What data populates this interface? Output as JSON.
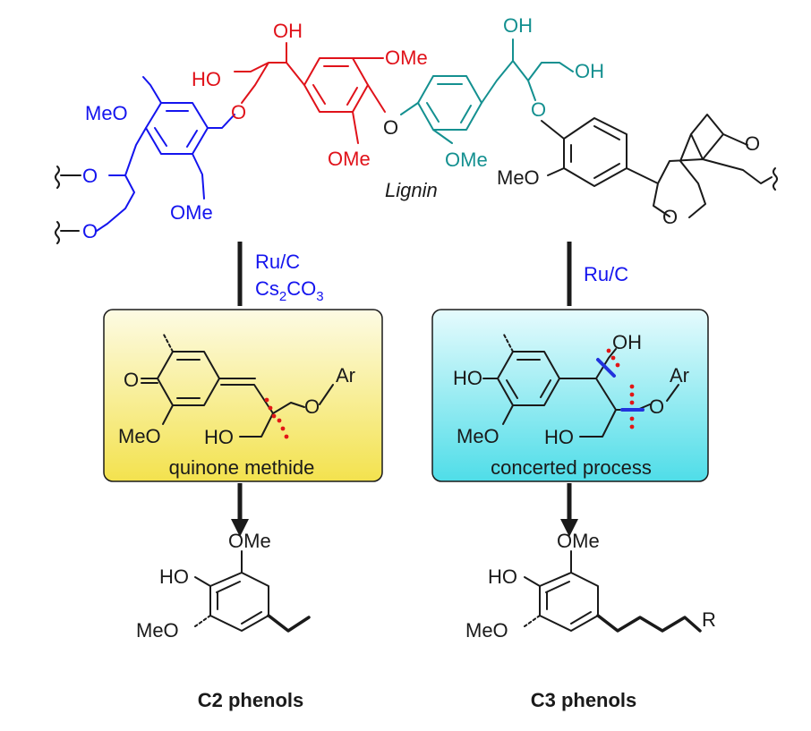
{
  "colors": {
    "black": "#1a1a1a",
    "blue": "#1414ee",
    "red": "#e0121a",
    "teal": "#149090",
    "bond_cleave": "#2233dd",
    "dots": "#e21616",
    "box_left_top": "#fdfbe4",
    "box_left_bottom": "#f3e24e",
    "box_right_top": "#e6fbfd",
    "box_right_bottom": "#4fdde8"
  },
  "lignin": {
    "name": "Lignin",
    "blue_unit": {
      "meo_top": "MeO",
      "ome_bottom": "OMe",
      "o_chain1": "O",
      "o_chain2": "O",
      "o_aryl_ether": "O"
    },
    "red_unit": {
      "oh_top": "OH",
      "ho_left": "HO",
      "ome_top": "OMe",
      "ome_bottom": "OMe",
      "o_diaryl": "O"
    },
    "teal_unit": {
      "oh_top": "OH",
      "oh_right": "OH",
      "ome_bottom": "OMe",
      "o_ether": "O"
    },
    "black_unit": {
      "meo": "MeO",
      "o_furan_top": "O",
      "o_furan_bottom": "O"
    }
  },
  "left_path": {
    "reagent_line1": "Ru/C",
    "reagent_line2_main": "Cs",
    "reagent_line2_sub1": "2",
    "reagent_line2_mid": "CO",
    "reagent_line2_sub2": "3",
    "intermediate": {
      "o_ketone": "O",
      "meo": "MeO",
      "ho": "HO",
      "o_ether": "O",
      "ar": "Ar",
      "caption": "quinone methide"
    },
    "product": {
      "ome": "OMe",
      "ho": "HO",
      "meo": "MeO",
      "caption": "C2 phenols"
    }
  },
  "right_path": {
    "reagent": "Ru/C",
    "intermediate": {
      "oh_top": "OH",
      "ho": "HO",
      "meo": "MeO",
      "ho_bottom": "HO",
      "o_ether": "O",
      "ar": "Ar",
      "caption": "concerted process"
    },
    "product": {
      "ome": "OMe",
      "ho": "HO",
      "meo": "MeO",
      "r": "R",
      "caption": "C3 phenols"
    }
  }
}
